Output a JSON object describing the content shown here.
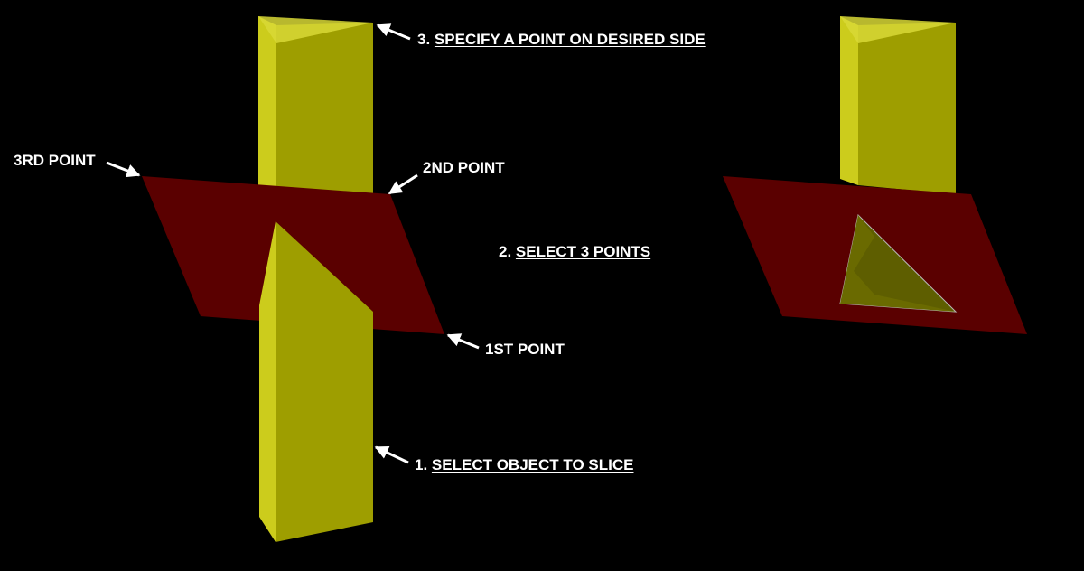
{
  "labels": {
    "step1": {
      "number": "1.",
      "text": "SELECT OBJECT TO SLICE"
    },
    "step2": {
      "number": "2.",
      "text": "SELECT 3 POINTS"
    },
    "step3": {
      "number": "3.",
      "text": "SPECIFY A POINT ON DESIRED SIDE"
    },
    "point1": "1ST POINT",
    "point2": "2ND POINT",
    "point3": "3RD POINT"
  },
  "colors": {
    "background": "#000000",
    "prism_front": "#9e9e00",
    "prism_side": "#cccc1c",
    "prism_top": "#d8d836",
    "plane": "#5a0000",
    "plane_hole_fill": "#5e5e00",
    "text": "#ffffff"
  }
}
